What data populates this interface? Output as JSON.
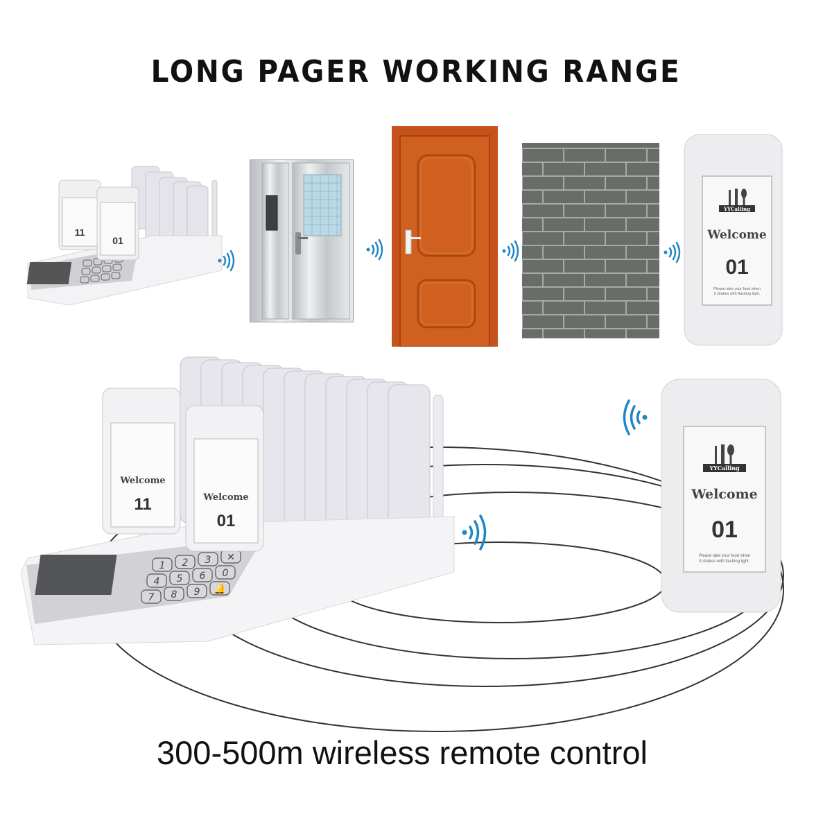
{
  "title": "LONG PAGER WORKING RANGE",
  "caption": "300-500m wireless remote control",
  "colors": {
    "signal": "#1f86c4",
    "door_wood": "#c8561a",
    "brick": "#6b6d6b",
    "device": "#eeeef1"
  },
  "obstacles": [
    {
      "name": "metal-security-door"
    },
    {
      "name": "wooden-door"
    },
    {
      "name": "brick-wall"
    }
  ],
  "pager": {
    "brand": "YYCalling",
    "welcome": "Welcome",
    "number": "01",
    "note_line1": "Please take your food when",
    "note_line2": "it shakes with flashing light."
  },
  "base_station": {
    "front_pager_left_number": "11",
    "front_pager_right_number": "01",
    "keypad": [
      "1",
      "2",
      "3",
      "✕",
      "4",
      "5",
      "6",
      "0",
      "7",
      "8",
      "9",
      "🔔"
    ]
  },
  "icons": {
    "signal": "wireless-signal-icon"
  }
}
